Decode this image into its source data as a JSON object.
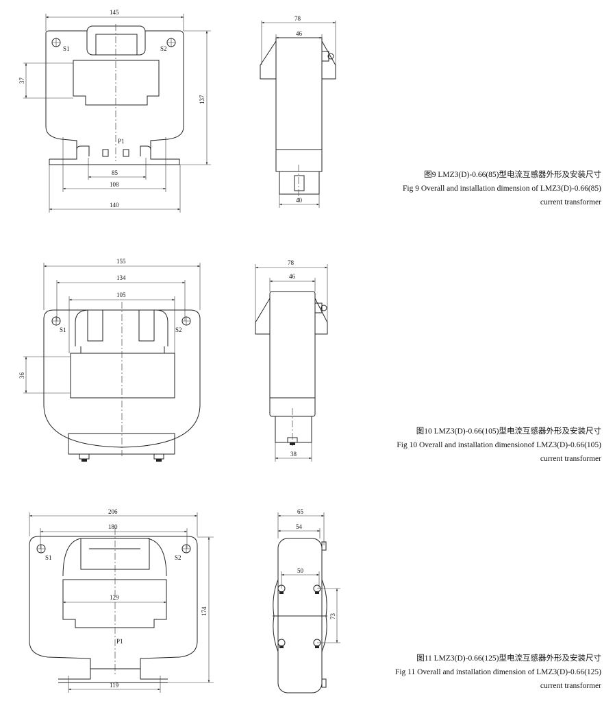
{
  "figures": [
    {
      "caption_cn": "图9 LMZ3(D)-0.66(85)型电流互感器外形及安装尺寸",
      "caption_en": "Fig 9 Overall and installation dimension  of LMZ3(D)-0.66(85)",
      "caption_en2": "current transformer",
      "front": {
        "width": "145",
        "window_h": "37",
        "height": "137",
        "inner": "85",
        "mount": "108",
        "base": "140",
        "s1": "S1",
        "s2": "S2",
        "p1": "P1"
      },
      "side": {
        "width": "78",
        "body": "46",
        "foot": "40"
      }
    },
    {
      "caption_cn": "图10 LMZ3(D)-0.66(105)型电流互感器外形及安装尺寸",
      "caption_en": "Fig 10 Overall and installation dimensionof LMZ3(D)-0.66(105)",
      "caption_en2": "current transformer",
      "front": {
        "width": "155",
        "holes": "134",
        "inner": "105",
        "window_h": "36",
        "s1": "S1",
        "s2": "S2"
      },
      "side": {
        "width": "78",
        "body": "46",
        "foot": "38"
      }
    },
    {
      "caption_cn": "图11 LMZ3(D)-0.66(125)型电流互感器外形及安装尺寸",
      "caption_en": "Fig 11 Overall and installation dimension of LMZ3(D)-0.66(125)",
      "caption_en2": "current transformer",
      "front": {
        "width": "206",
        "holes": "180",
        "window": "129",
        "height": "174",
        "base": "119",
        "s1": "S1",
        "s2": "S2",
        "p1": "P1"
      },
      "side": {
        "width": "65",
        "body": "54",
        "holes_w": "50",
        "holes_h": "73"
      }
    }
  ]
}
